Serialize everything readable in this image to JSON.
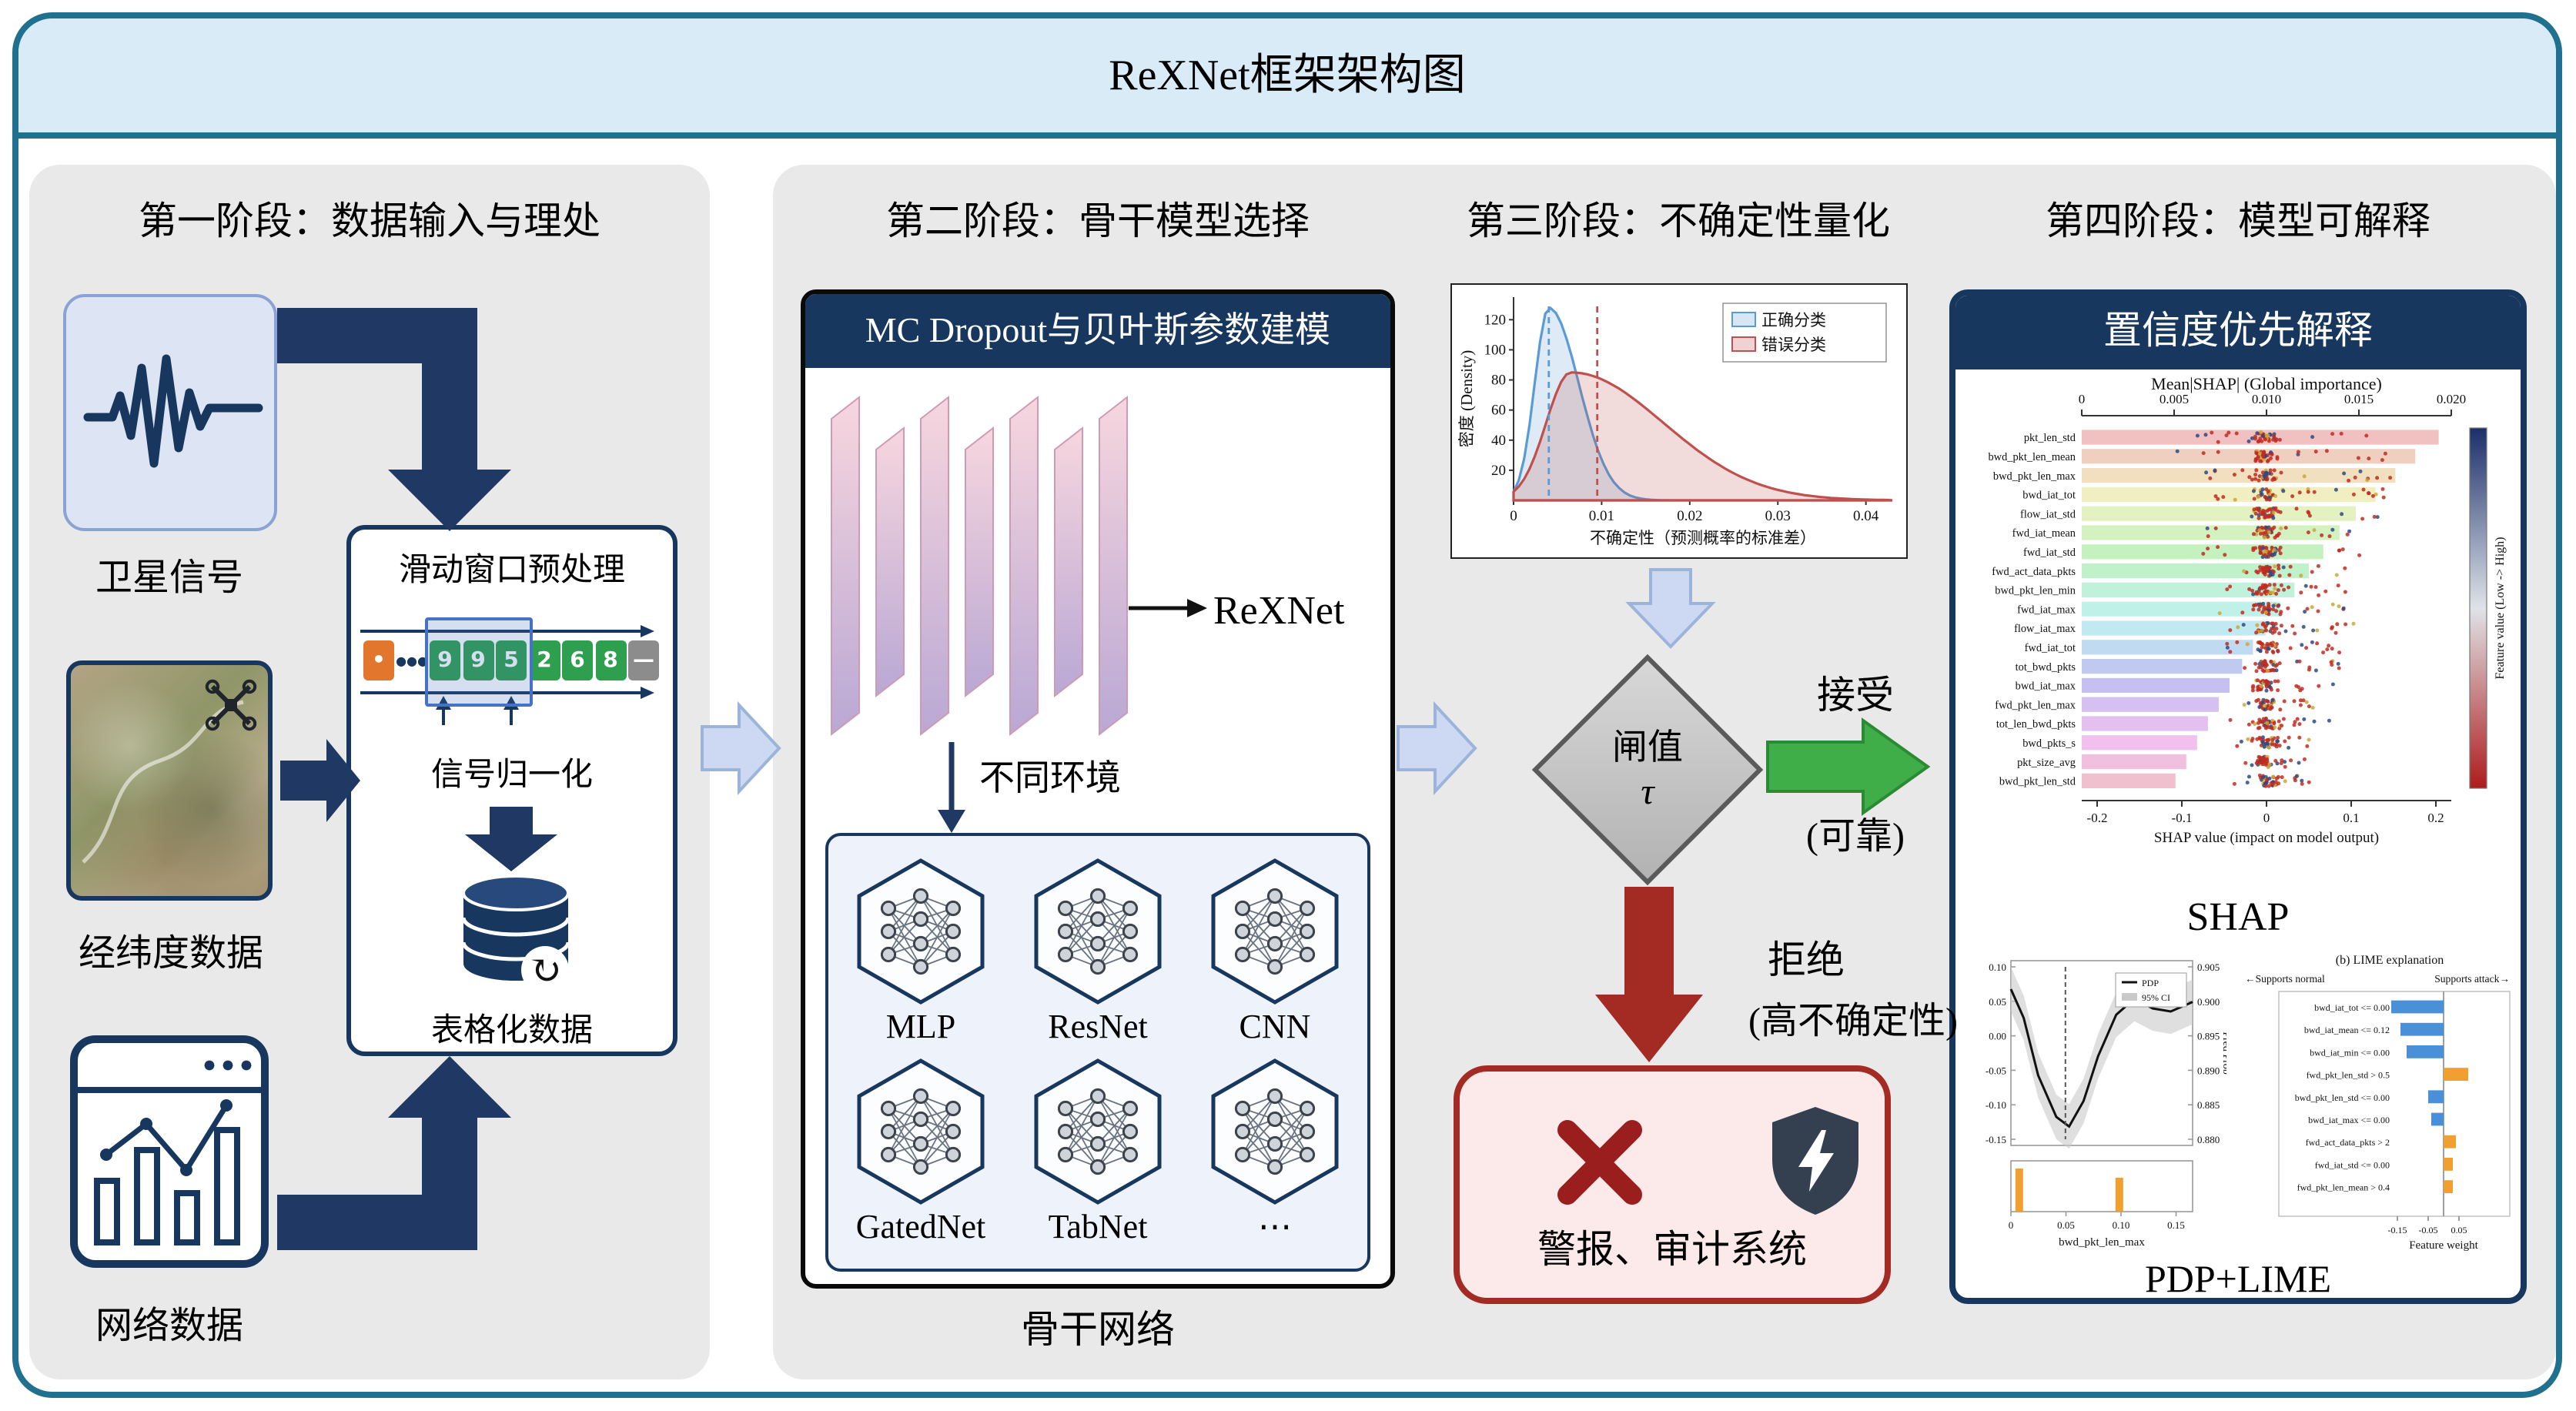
{
  "title": "ReXNet框架架构图",
  "colors": {
    "frame_border": "#20708f",
    "title_band": "#d8ebf6",
    "navy": "#1f3864",
    "dark_navy_header": "#17375e",
    "panel_gray": "#e9e9e9",
    "flow_arrow_blue": "#cdd9f2",
    "accept_green": "#3fae49",
    "reject_red": "#a32b24",
    "alert_bg": "#fce9e9"
  },
  "stage1": {
    "title": "第一阶段：数据输入与理处",
    "inputs": [
      {
        "label": "卫星信号"
      },
      {
        "label": "经纬度数据"
      },
      {
        "label": "网络数据"
      }
    ],
    "preprocess_title": "滑动窗口预处理",
    "sequence": {
      "cells": [
        {
          "text": "•",
          "bg": "#e2762d",
          "fg": "#ffffff"
        },
        {
          "text": "●●●",
          "bg": "none",
          "fg": "#17375e"
        },
        {
          "text": "9",
          "bg": "#2e9e4f",
          "fg": "#ffffff"
        },
        {
          "text": "9",
          "bg": "#2e9e4f",
          "fg": "#ffffff"
        },
        {
          "text": "5",
          "bg": "#2e9e4f",
          "fg": "#ffffff"
        },
        {
          "text": "2",
          "bg": "#2e9e4f",
          "fg": "#ffffff"
        },
        {
          "text": "6",
          "bg": "#2e9e4f",
          "fg": "#ffffff"
        },
        {
          "text": "8",
          "bg": "#2e9e4f",
          "fg": "#ffffff"
        },
        {
          "text": "—",
          "bg": "#8c8c8c",
          "fg": "#ffffff"
        }
      ]
    },
    "normalize_label": "信号归一化",
    "tabular_label": "表格化数据"
  },
  "stage2": {
    "title": "第二阶段：骨干模型选择",
    "header": "MC Dropout与贝叶斯参数建模",
    "rexnet_label": "ReXNet",
    "env_label": "不同环境",
    "models": [
      "MLP",
      "ResNet",
      "CNN",
      "GatedNet",
      "TabNet",
      "⋯"
    ],
    "caption": "骨干网络"
  },
  "stage3": {
    "title": "第三阶段：不确定性量化",
    "density_chart": {
      "type": "area",
      "ylabel": "密度 (Density)",
      "yticks": [
        20,
        40,
        60,
        80,
        100,
        120
      ],
      "xticks": [
        0,
        0.01,
        0.02,
        0.03,
        0.04
      ],
      "xlabel": "不确定性（预测概率的标准差）",
      "series": [
        {
          "name": "正确分类",
          "color": "#5b9bd5",
          "peak_x": 0.004,
          "peak_y": 128,
          "sigma_left": 0.0016,
          "sigma_right": 0.0034
        },
        {
          "name": "错误分类",
          "color": "#c0504d",
          "peak_x": 0.0065,
          "peak_y": 85,
          "sigma_left": 0.0028,
          "sigma_right": 0.0105
        }
      ],
      "vlines": [
        {
          "x": 0.004,
          "color": "#5b9bd5"
        },
        {
          "x": 0.0095,
          "color": "#c0504d"
        }
      ]
    },
    "threshold_label": "闸值",
    "threshold_symbol": "τ",
    "accept_label": "接受",
    "accept_sub": "(可靠)",
    "reject_label": "拒绝",
    "reject_sub": "(高不确定性)",
    "alert_label": "警报、审计系统"
  },
  "stage4": {
    "title": "第四阶段：模型可解释",
    "header": "置信度优先解释",
    "shap_chart": {
      "type": "scatter",
      "title": "Mean|SHAP| (Global importance)",
      "top_axis_ticks": [
        "0",
        "0.005",
        "0.010",
        "0.015",
        "0.020"
      ],
      "features": [
        "pkt_len_std",
        "bwd_pkt_len_mean",
        "bwd_pkt_len_max",
        "bwd_iat_tot",
        "flow_iat_std",
        "fwd_iat_mean",
        "fwd_iat_std",
        "fwd_act_data_pkts",
        "bwd_pkt_len_min",
        "fwd_iat_max",
        "flow_iat_max",
        "fwd_iat_tot",
        "tot_bwd_pkts",
        "bwd_iat_max",
        "fwd_pkt_len_max",
        "tot_len_bwd_pkts",
        "bwd_pkts_s",
        "pkt_size_avg",
        "bwd_pkt_len_std"
      ],
      "mean_abs_shap": [
        0.0198,
        0.0185,
        0.0174,
        0.0163,
        0.0152,
        0.0143,
        0.0134,
        0.0126,
        0.0118,
        0.011,
        0.0102,
        0.0095,
        0.0089,
        0.0082,
        0.0076,
        0.007,
        0.0064,
        0.0058,
        0.0052
      ],
      "bottom_axis_ticks": [
        "-0.2",
        "-0.1",
        "0",
        "0.1",
        "0.2"
      ],
      "xlabel": "SHAP value (impact on model output)",
      "colorbar_label": "Feature value (Low -> High)"
    },
    "shap_caption": "SHAP",
    "pdp_chart": {
      "type": "line",
      "left_yticks": [
        "0.10",
        "0.05",
        "0.00",
        "-0.05",
        "-0.10",
        "-0.15"
      ],
      "right_yticks": [
        "0.905",
        "0.900",
        "0.895",
        "0.890",
        "0.885",
        "0.880"
      ],
      "right_ylabel": "Pred Prob",
      "legend": [
        "PDP",
        "95% CI"
      ],
      "curve": [
        [
          0,
          0.085
        ],
        [
          0.07,
          0.04
        ],
        [
          0.15,
          -0.05
        ],
        [
          0.25,
          -0.115
        ],
        [
          0.32,
          -0.13
        ],
        [
          0.4,
          -0.09
        ],
        [
          0.48,
          -0.02
        ],
        [
          0.58,
          0.045
        ],
        [
          0.68,
          0.07
        ],
        [
          0.78,
          0.055
        ],
        [
          0.88,
          0.05
        ],
        [
          1,
          0.065
        ]
      ],
      "hist_bars": [
        [
          0.004,
          28
        ],
        [
          0.095,
          22
        ]
      ],
      "hist_xticks": [
        "0",
        "0.05",
        "0.10",
        "0.15"
      ],
      "xlabel": "bwd_pkt_len_max"
    },
    "lime_chart": {
      "type": "bar",
      "title": "(b) LIME explanation",
      "left_header": "←Supports normal",
      "right_header": "Supports attack→",
      "rows": [
        {
          "label": "bwd_iat_tot <= 0.00",
          "weight": -0.17
        },
        {
          "label": "bwd_iat_mean <= 0.12",
          "weight": -0.14
        },
        {
          "label": "bwd_iat_min <= 0.00",
          "weight": -0.12
        },
        {
          "label": "fwd_pkt_len_std > 0.5",
          "weight": 0.08
        },
        {
          "label": "bwd_pkt_len_std <= 0.00",
          "weight": -0.05
        },
        {
          "label": "bwd_iat_max <= 0.00",
          "weight": -0.04
        },
        {
          "label": "fwd_act_data_pkts > 2",
          "weight": 0.04
        },
        {
          "label": "fwd_iat_std <= 0.00",
          "weight": 0.03
        },
        {
          "label": "fwd_pkt_len_mean > 0.4",
          "weight": 0.03
        }
      ],
      "xticks": [
        "-0.15",
        "-0.05",
        "0.05"
      ],
      "xlabel": "Feature weight"
    },
    "pdp_lime_caption": "PDP+LIME"
  }
}
